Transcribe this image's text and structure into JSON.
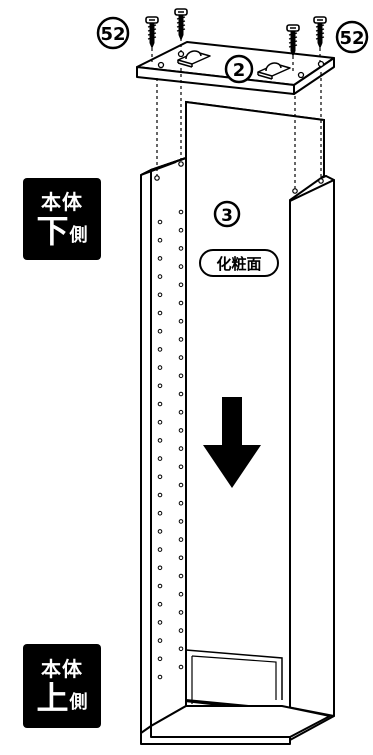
{
  "labels": {
    "badge_top": {
      "line1": "本体",
      "big": "下",
      "small": "側"
    },
    "badge_bottom": {
      "line1": "本体",
      "big": "上",
      "small": "側"
    },
    "part_52_left": "52",
    "part_52_right": "52",
    "part_2": "2",
    "part_3": "3",
    "decor_face": "化粧面"
  },
  "colors": {
    "ink": "#000000",
    "paper": "#ffffff",
    "badge_bg": "#000000",
    "badge_text": "#ffffff"
  },
  "icons": {
    "arrow": "down-arrow-icon",
    "screw": "screw-icon"
  }
}
